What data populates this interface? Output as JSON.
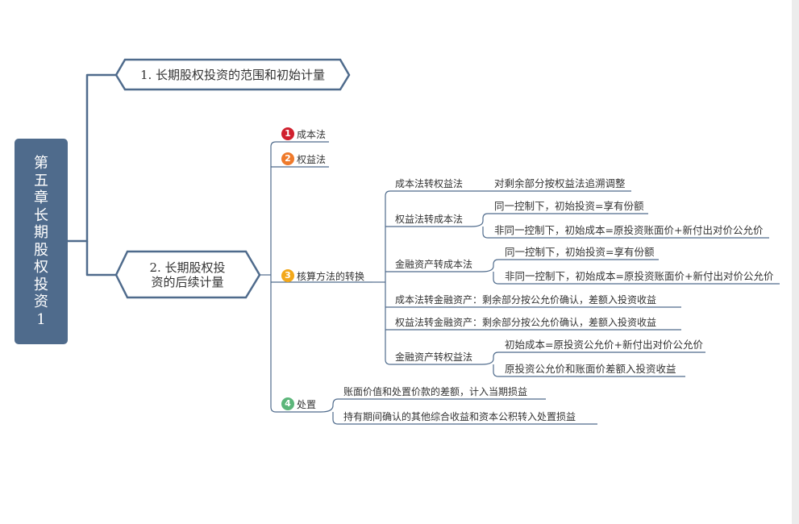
{
  "root": {
    "title": "第五章长期股权投资1"
  },
  "topic1": {
    "label": "1. 长期股权投资的范围和初始计量"
  },
  "topic2": {
    "label_line1": "2. 长期股权投",
    "label_line2": "资的后续计量",
    "items": [
      {
        "badge": "1",
        "label": "成本法",
        "color": "#d0202e"
      },
      {
        "badge": "2",
        "label": "权益法",
        "color": "#ef7a2b"
      },
      {
        "badge": "3",
        "label": "核算方法的转换",
        "color": "#f3a81a"
      },
      {
        "badge": "4",
        "label": "处置",
        "color": "#5cb67a"
      }
    ],
    "conversions": [
      {
        "label": "成本法转权益法",
        "detail": "对剩余部分按权益法追溯调整"
      },
      {
        "label": "权益法转成本法",
        "details": [
          "同一控制下，初始投资=享有份额",
          "非同一控制下，初始成本=原投资账面价+新付出对价公允价"
        ]
      },
      {
        "label": "金融资产转成本法",
        "details": [
          "同一控制下，初始投资=享有份额",
          "非同一控制下，初始成本=原投资账面价+新付出对价公允价"
        ]
      },
      {
        "label": "成本法转金融资产：剩余部分按公允价确认，差额入投资收益"
      },
      {
        "label": "权益法转金融资产：剩余部分按公允价确认，差额入投资收益"
      },
      {
        "label": "金融资产转权益法",
        "details": [
          "初始成本=原投资公允价+新付出对价公允价",
          "原投资公允价和账面价差额入投资收益"
        ]
      }
    ],
    "disposal": [
      "账面价值和处置价款的差额，计入当期损益",
      "持有期间确认的其他综合收益和资本公积转入处置损益"
    ]
  },
  "colors": {
    "root_fill": "#4f6b8c",
    "line": "#4f6b8c",
    "hex_border": "#4f6b8c"
  }
}
